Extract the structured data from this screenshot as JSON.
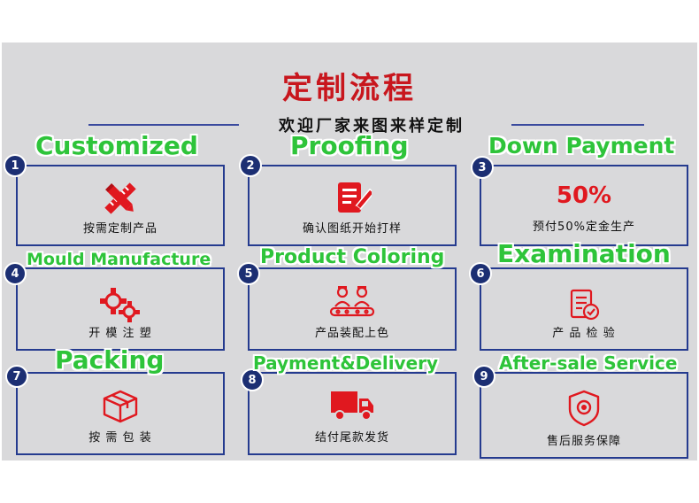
{
  "header": {
    "title": "定制流程",
    "subtitle": "欢迎厂家来图来样定制"
  },
  "colors": {
    "accent_red": "#e0181f",
    "label_green": "#2ec43a",
    "border_blue": "#253b8f",
    "badge_navy": "#1c2f73",
    "panel_gray": "#d9d9db"
  },
  "steps": [
    {
      "number": "1",
      "english": "Customized",
      "chinese": "按需定制产品",
      "icon": "pencil-ruler-icon"
    },
    {
      "number": "2",
      "english": "Proofing",
      "chinese": "确认图纸开始打样",
      "icon": "document-pen-icon"
    },
    {
      "number": "3",
      "english": "Down Payment",
      "chinese": "预付50%定金生产",
      "icon": "percent-text",
      "highlight": "50%"
    },
    {
      "number": "4",
      "english": "Mould Manufacture",
      "chinese": "开 模 注 塑",
      "icon": "gears-icon"
    },
    {
      "number": "5",
      "english": "Product Coloring",
      "chinese": "产品装配上色",
      "icon": "assembly-workers-icon"
    },
    {
      "number": "6",
      "english": "Examination",
      "chinese": "产 品 检 验",
      "icon": "checklist-icon"
    },
    {
      "number": "7",
      "english": "Packing",
      "chinese": "按 需 包 装",
      "icon": "box-icon"
    },
    {
      "number": "8",
      "english": "Payment&Delivery",
      "chinese": "结付尾款发货",
      "icon": "truck-icon"
    },
    {
      "number": "9",
      "english": "After-sale Service",
      "chinese": "售后服务保障",
      "icon": "service-shield-icon"
    }
  ]
}
